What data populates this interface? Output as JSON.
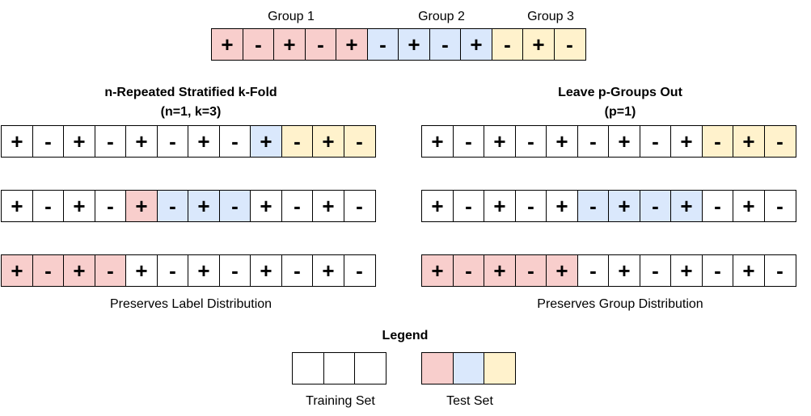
{
  "colors": {
    "train": "#ffffff",
    "group1": "#f8cecc",
    "group2": "#dae8fc",
    "group3": "#fff2cc"
  },
  "top": {
    "group_labels": [
      "Group 1",
      "Group 2",
      "Group 3"
    ],
    "cells": [
      {
        "s": "+",
        "c": "group1"
      },
      {
        "s": "-",
        "c": "group1"
      },
      {
        "s": "+",
        "c": "group1"
      },
      {
        "s": "-",
        "c": "group1"
      },
      {
        "s": "+",
        "c": "group1"
      },
      {
        "s": "-",
        "c": "group2"
      },
      {
        "s": "+",
        "c": "group2"
      },
      {
        "s": "-",
        "c": "group2"
      },
      {
        "s": "+",
        "c": "group2"
      },
      {
        "s": "-",
        "c": "group3"
      },
      {
        "s": "+",
        "c": "group3"
      },
      {
        "s": "-",
        "c": "group3"
      }
    ]
  },
  "left": {
    "title": "n-Repeated Stratified k-Fold",
    "subtitle": "(n=1, k=3)",
    "caption": "Preserves Label Distribution",
    "rows": [
      [
        {
          "s": "+",
          "c": "train"
        },
        {
          "s": "-",
          "c": "train"
        },
        {
          "s": "+",
          "c": "train"
        },
        {
          "s": "-",
          "c": "train"
        },
        {
          "s": "+",
          "c": "train"
        },
        {
          "s": "-",
          "c": "train"
        },
        {
          "s": "+",
          "c": "train"
        },
        {
          "s": "-",
          "c": "train"
        },
        {
          "s": "+",
          "c": "group2"
        },
        {
          "s": "-",
          "c": "group3"
        },
        {
          "s": "+",
          "c": "group3"
        },
        {
          "s": "-",
          "c": "group3"
        }
      ],
      [
        {
          "s": "+",
          "c": "train"
        },
        {
          "s": "-",
          "c": "train"
        },
        {
          "s": "+",
          "c": "train"
        },
        {
          "s": "-",
          "c": "train"
        },
        {
          "s": "+",
          "c": "group1"
        },
        {
          "s": "-",
          "c": "group2"
        },
        {
          "s": "+",
          "c": "group2"
        },
        {
          "s": "-",
          "c": "group2"
        },
        {
          "s": "+",
          "c": "train"
        },
        {
          "s": "-",
          "c": "train"
        },
        {
          "s": "+",
          "c": "train"
        },
        {
          "s": "-",
          "c": "train"
        }
      ],
      [
        {
          "s": "+",
          "c": "group1"
        },
        {
          "s": "-",
          "c": "group1"
        },
        {
          "s": "+",
          "c": "group1"
        },
        {
          "s": "-",
          "c": "group1"
        },
        {
          "s": "+",
          "c": "train"
        },
        {
          "s": "-",
          "c": "train"
        },
        {
          "s": "+",
          "c": "train"
        },
        {
          "s": "-",
          "c": "train"
        },
        {
          "s": "+",
          "c": "train"
        },
        {
          "s": "-",
          "c": "train"
        },
        {
          "s": "+",
          "c": "train"
        },
        {
          "s": "-",
          "c": "train"
        }
      ]
    ]
  },
  "right": {
    "title": "Leave p-Groups Out",
    "subtitle": "(p=1)",
    "caption": "Preserves Group Distribution",
    "rows": [
      [
        {
          "s": "+",
          "c": "train"
        },
        {
          "s": "-",
          "c": "train"
        },
        {
          "s": "+",
          "c": "train"
        },
        {
          "s": "-",
          "c": "train"
        },
        {
          "s": "+",
          "c": "train"
        },
        {
          "s": "-",
          "c": "train"
        },
        {
          "s": "+",
          "c": "train"
        },
        {
          "s": "-",
          "c": "train"
        },
        {
          "s": "+",
          "c": "train"
        },
        {
          "s": "-",
          "c": "group3"
        },
        {
          "s": "+",
          "c": "group3"
        },
        {
          "s": "-",
          "c": "group3"
        }
      ],
      [
        {
          "s": "+",
          "c": "train"
        },
        {
          "s": "-",
          "c": "train"
        },
        {
          "s": "+",
          "c": "train"
        },
        {
          "s": "-",
          "c": "train"
        },
        {
          "s": "+",
          "c": "train"
        },
        {
          "s": "-",
          "c": "group2"
        },
        {
          "s": "+",
          "c": "group2"
        },
        {
          "s": "-",
          "c": "group2"
        },
        {
          "s": "+",
          "c": "group2"
        },
        {
          "s": "-",
          "c": "train"
        },
        {
          "s": "+",
          "c": "train"
        },
        {
          "s": "-",
          "c": "train"
        }
      ],
      [
        {
          "s": "+",
          "c": "group1"
        },
        {
          "s": "-",
          "c": "group1"
        },
        {
          "s": "+",
          "c": "group1"
        },
        {
          "s": "-",
          "c": "group1"
        },
        {
          "s": "+",
          "c": "group1"
        },
        {
          "s": "-",
          "c": "train"
        },
        {
          "s": "+",
          "c": "train"
        },
        {
          "s": "-",
          "c": "train"
        },
        {
          "s": "+",
          "c": "train"
        },
        {
          "s": "-",
          "c": "train"
        },
        {
          "s": "+",
          "c": "train"
        },
        {
          "s": "-",
          "c": "train"
        }
      ]
    ]
  },
  "legend": {
    "title": "Legend",
    "training_label": "Training Set",
    "test_label": "Test Set",
    "training_cells": [
      "train",
      "train",
      "train"
    ],
    "test_cells": [
      "group1",
      "group2",
      "group3"
    ]
  }
}
